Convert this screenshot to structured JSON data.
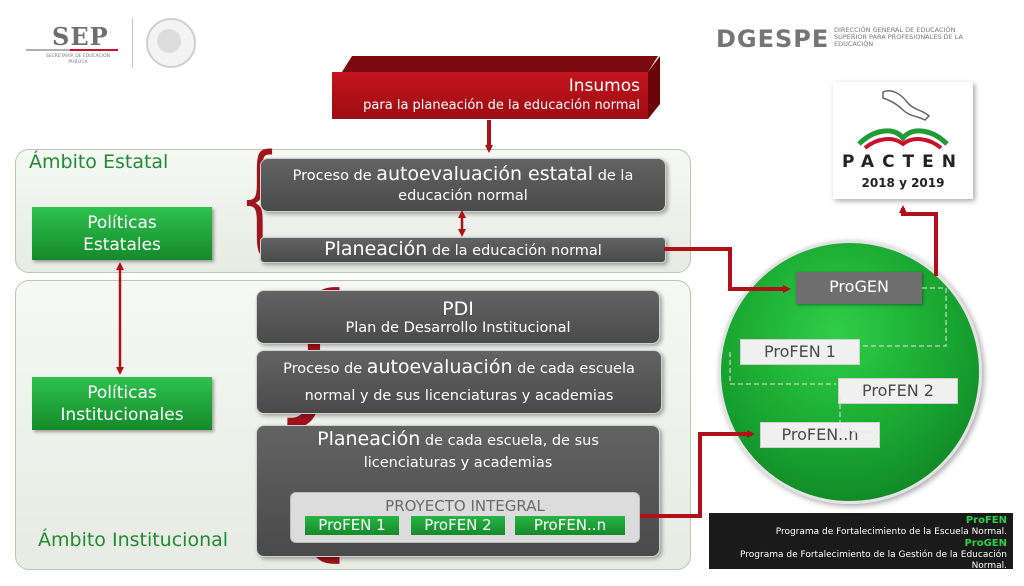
{
  "header": {
    "sep_word": "SEP",
    "sep_sub": "SECRETARÍA DE EDUCACIÓN PÚBLICA",
    "dg_word": "DGESPE",
    "dg_sub": "DIRECCIÓN GENERAL DE EDUCACIÓN SUPERIOR PARA PROFESIONALES DE LA EDUCACIÓN"
  },
  "insumos": {
    "title": "Insumos",
    "subtitle": "para la planeación de la educación normal"
  },
  "ambito_estatal": {
    "label": "Ámbito Estatal",
    "policy": [
      "Políticas",
      "Estatales"
    ],
    "autoeval": {
      "pre": "Proceso de ",
      "big": "autoevaluación estatal",
      "post": " de la educación normal"
    },
    "planeacion": {
      "big": "Planeación",
      "post": " de la educación normal"
    }
  },
  "ambito_institucional": {
    "label": "Ámbito Institucional",
    "policy": [
      "Políticas",
      "Institucionales"
    ],
    "pdi": {
      "title": "PDI",
      "subtitle": "Plan de Desarrollo Institucional"
    },
    "autoeval": {
      "pre": "Proceso de ",
      "big": "autoevaluación",
      "post": " de cada escuela normal y de sus licenciaturas y academias"
    },
    "planeacion": {
      "big": "Planeación",
      "post": " de cada escuela, de sus licenciaturas y academias"
    },
    "proyecto": {
      "title": "PROYECTO INTEGRAL",
      "items": [
        "ProFEN 1",
        "ProFEN 2",
        "ProFEN..n"
      ]
    }
  },
  "circle": {
    "progen": "ProGEN",
    "profen": [
      "ProFEN 1",
      "ProFEN 2",
      "ProFEN..n"
    ]
  },
  "pacten": {
    "title": "PACTEN",
    "year": "2018 y 2019"
  },
  "legend": {
    "profen_abbr": "ProFEN",
    "profen_desc": "Programa de Fortalecimiento de la Escuela Normal.",
    "progen_abbr": "ProGEN",
    "progen_desc": "Programa de Fortalecimiento de la Gestión de la Educación Normal."
  },
  "colors": {
    "accent_red": "#b0101a",
    "accent_green": "#1f9c36",
    "box_dark": "#555555"
  }
}
